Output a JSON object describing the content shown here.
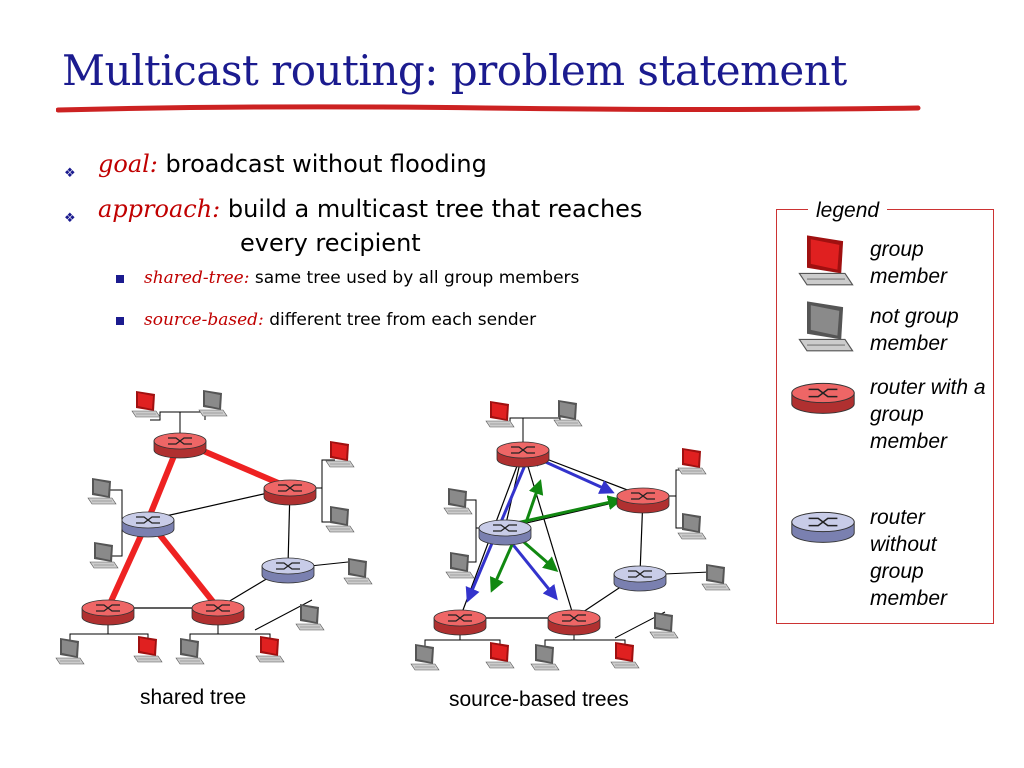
{
  "title": "Multicast routing: problem statement",
  "bullets": [
    {
      "term": "goal:",
      "text": "broadcast without flooding"
    },
    {
      "term": "approach:",
      "text": "build a multicast tree that reaches",
      "text2": "every recipient"
    }
  ],
  "sub_bullets": [
    {
      "term": "shared-tree:",
      "text": "same tree used by all group members"
    },
    {
      "term": "source-based:",
      "text": "different tree from each sender"
    }
  ],
  "captions": {
    "shared": "shared tree",
    "source": "source-based trees"
  },
  "legend": {
    "title": "legend",
    "items": [
      {
        "label": "group member",
        "icon": "group-member-computer-icon"
      },
      {
        "label": "not group member",
        "icon": "non-member-computer-icon"
      },
      {
        "label": "router with a group member",
        "icon": "member-router-icon"
      },
      {
        "label": "router without group member",
        "icon": "non-member-router-icon"
      }
    ]
  },
  "colors": {
    "title": "#1b1b8f",
    "term": "#c00000",
    "tree_edge": "#ee2222",
    "source_tree_1": "#3333cc",
    "source_tree_2": "#118811",
    "member_router": "#ee6666",
    "non_member_router": "#c8cce8",
    "legend_border": "#cc3333"
  }
}
